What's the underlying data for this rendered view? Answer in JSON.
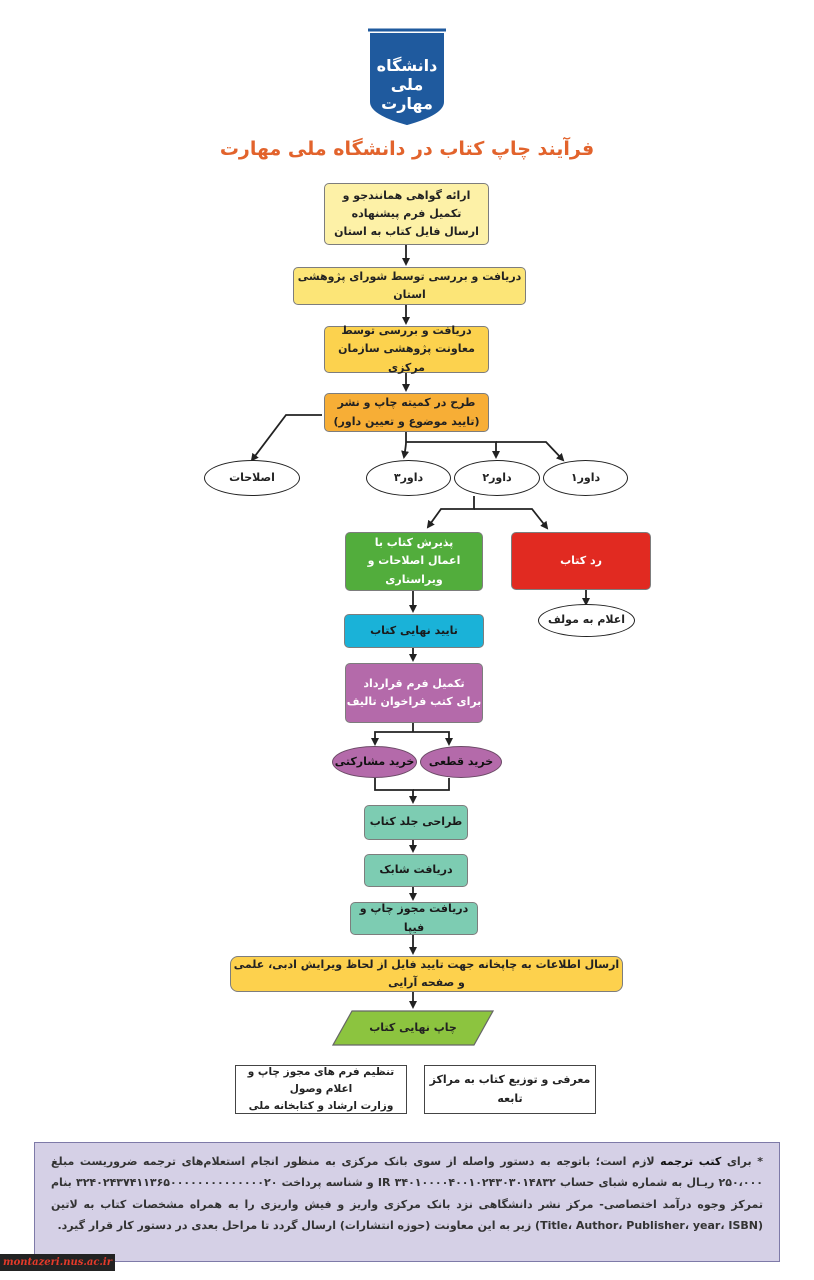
{
  "logo": {
    "caption_line1": "دانشگاه ملی",
    "caption_line2": "مهارت",
    "color": "#1f5a9e"
  },
  "title": "فرآیند چاپ کتاب در دانشگاه ملی مهارت",
  "steps": {
    "s1": {
      "line1": "ارائه گواهی همانندجو و",
      "line2": "تکمیل فرم پیشنهاده",
      "line3": "ارسال فایل کتاب به استان"
    },
    "s2": "دریافت و بررسی توسط شورای پژوهشی استان",
    "s3": {
      "line1": "دریافت و بررسی توسط",
      "line2": "معاونت پژوهشی سازمان مرکزی"
    },
    "s4": {
      "line1": "طرح در کمیته چاپ و نشر",
      "line2": "(تایید موضوع و تعیین داور)"
    },
    "corrections": "اصلاحات",
    "reviewer1": "داور۱",
    "reviewer2": "داور۲",
    "reviewer3": "داور۳",
    "accept": {
      "line1": "پذیرش کتاب با",
      "line2": "اعمال اصلاحات و ویراستاری"
    },
    "reject": "رد کتاب",
    "notify_author": "اعلام به مولف",
    "final_approval": "تایید نهایی کتاب",
    "contract": {
      "line1": "تکمیل فرم قرارداد",
      "line2": "برای کتب فراخوان تالیف"
    },
    "purchase_definite": "خرید قطعی",
    "purchase_partnership": "خرید مشارکتی",
    "cover_design": "طراحی جلد کتاب",
    "isbn": "دریافت شابک",
    "permit": "دریافت مجوز چاپ و فیپا",
    "send_to_printer": "ارسال اطلاعات به چاپخانه جهت تایید فایل از لحاظ ویرایش ادبی، علمی و صفحه آرایی",
    "final_print": "چاپ نهایی کتاب",
    "intro_distribution": "معرفی و توزیع کتاب به مراکز تابعه",
    "permit_forms": {
      "line1": "تنظیم فرم های مجوز چاپ و اعلام وصول",
      "line2": "وزارت ارشاد و کتابخانه ملی"
    }
  },
  "note": {
    "star": "*",
    "lead": "برای",
    "highlight": "کتب ترجمه",
    "body": "لازم است؛ باتوجه به دستور واصله از سوی بانک مرکزی به منظور انجام استعلام‌های ترجمه ضروریست مبلغ ۲۵۰،۰۰۰ ریـال به شماره شبای حساب ۳۴۰۱۰۰۰۰۴۰۰۱۰۲۴۳۰۳۰۱۴۸۳۲ IR و شناسه پرداخت ۳۲۴۰۲۴۳۷۴۱۱۳۶۵۰۰۰۰۰۰۰۰۰۰۰۰۰۰۲۰ بنام تمرکز وجوه درآمد اختصاصی- مرکز نشر دانشگاهی نزد بانک مرکزی واریز و فیش واریزی را به همراه مشخصات کتاب به لاتین (Title، Author، Publisher، year، ISBN) زیر به این معاونت (حوزه انتشارات) ارسال گردد تا مراحل بعدی در دستور کار قرار گیرد."
  },
  "watermark": "montazeri.nus.ac.ir",
  "colors": {
    "title": "#e2632c",
    "green": "#52ad3c",
    "red": "#e12a21",
    "cyan": "#1ab2d8",
    "magenta": "#b46aaa",
    "teal": "#7dccb2",
    "lime": "#8cc43f",
    "note_bg": "#d5d0e6"
  }
}
